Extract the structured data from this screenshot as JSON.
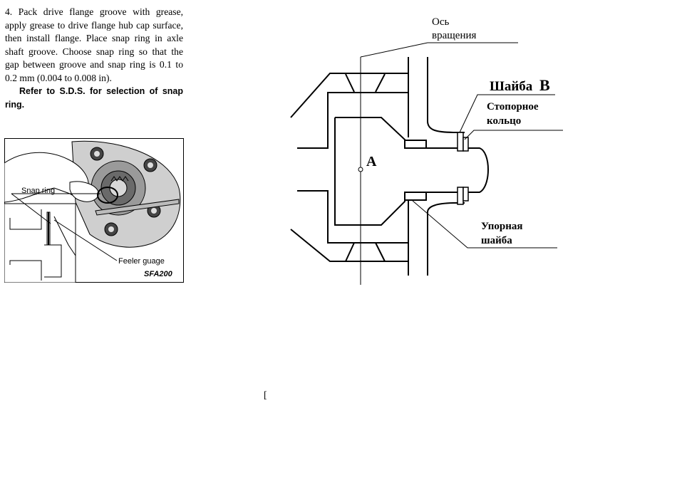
{
  "instructions": {
    "step": "4. Pack drive flange groove with grease, apply grease to drive flange hub cap surface, then install flange. Place snap ring in axle shaft groove. Choose snap ring so that the gap between groove and snap ring is 0.1 to 0.2 mm (0.004 to 0.008 in).",
    "note": "Refer to S.D.S. for selection of snap ring."
  },
  "figure": {
    "label_snap_ring": "Snap ring",
    "label_feeler": "Feeler guage",
    "code": "SFA200"
  },
  "diagram": {
    "label_axis_line1": "Ось",
    "label_axis_line2": "вращения",
    "label_washer": "Шайба",
    "label_washer_letter": "B",
    "label_retaining_line1": "Стопорное",
    "label_retaining_line2": "кольцо",
    "label_thrust_line1": "Упорная",
    "label_thrust_line2": "шайба",
    "label_point_a": "A"
  },
  "stray_mark": "["
}
